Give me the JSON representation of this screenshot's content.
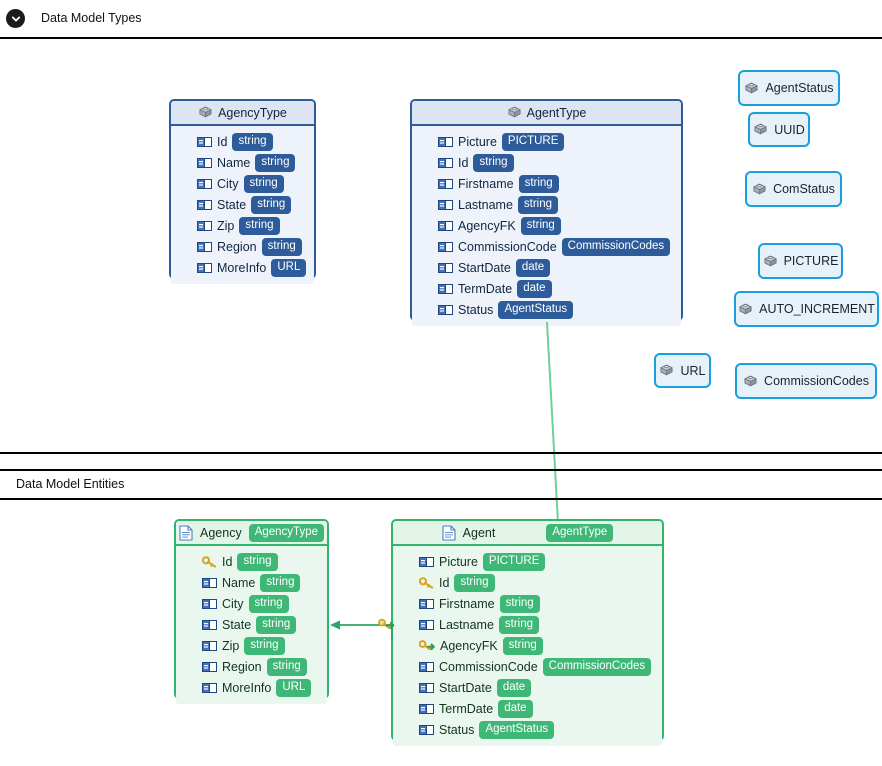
{
  "sections": [
    {
      "id": "types",
      "title": "Data Model Types",
      "collapse_icon": "chevron-down-icon"
    },
    {
      "id": "entities",
      "title": "Data Model Entities",
      "collapse_icon": null
    }
  ],
  "colors": {
    "type_border": "#2e5c9a",
    "type_header_bg": "#dde5f3",
    "type_body_bg": "#eef2fa",
    "type_badge": "#2e5c9a",
    "entity_border": "#33b36b",
    "entity_header_bg": "#e3f4e9",
    "entity_body_bg": "#eaf7ee",
    "entity_badge": "#3fb877",
    "chip_border": "#19a0dc",
    "chip_bg": "#e7f1f9",
    "connector": "#2aa86a",
    "rule": "#000000"
  },
  "types": {
    "agency_type": {
      "name": "AgencyType",
      "icon": "type-cube-icon",
      "fields": [
        {
          "name": "Id",
          "type": "string",
          "icon": "attribute-icon"
        },
        {
          "name": "Name",
          "type": "string",
          "icon": "attribute-icon"
        },
        {
          "name": "City",
          "type": "string",
          "icon": "attribute-icon"
        },
        {
          "name": "State",
          "type": "string",
          "icon": "attribute-icon"
        },
        {
          "name": "Zip",
          "type": "string",
          "icon": "attribute-icon"
        },
        {
          "name": "Region",
          "type": "string",
          "icon": "attribute-icon"
        },
        {
          "name": "MoreInfo",
          "type": "URL",
          "icon": "attribute-icon"
        }
      ]
    },
    "agent_type": {
      "name": "AgentType",
      "icon": "type-cube-icon",
      "fields": [
        {
          "name": "Picture",
          "type": "PICTURE",
          "icon": "attribute-icon"
        },
        {
          "name": "Id",
          "type": "string",
          "icon": "attribute-icon"
        },
        {
          "name": "Firstname",
          "type": "string",
          "icon": "attribute-icon"
        },
        {
          "name": "Lastname",
          "type": "string",
          "icon": "attribute-icon"
        },
        {
          "name": "AgencyFK",
          "type": "string",
          "icon": "attribute-icon"
        },
        {
          "name": "CommissionCode",
          "type": "CommissionCodes",
          "icon": "attribute-icon"
        },
        {
          "name": "StartDate",
          "type": "date",
          "icon": "attribute-icon"
        },
        {
          "name": "TermDate",
          "type": "date",
          "icon": "attribute-icon"
        },
        {
          "name": "Status",
          "type": "AgentStatus",
          "icon": "attribute-icon"
        }
      ]
    }
  },
  "simple_types": [
    {
      "id": "agent-status",
      "label": "AgentStatus",
      "icon": "type-cube-icon"
    },
    {
      "id": "uuid",
      "label": "UUID",
      "icon": "type-cube-icon"
    },
    {
      "id": "com-status",
      "label": "ComStatus",
      "icon": "type-cube-icon"
    },
    {
      "id": "picture",
      "label": "PICTURE",
      "icon": "type-cube-icon"
    },
    {
      "id": "auto-increment",
      "label": "AUTO_INCREMENT",
      "icon": "type-cube-icon"
    },
    {
      "id": "url",
      "label": "URL",
      "icon": "type-cube-icon"
    },
    {
      "id": "commission-codes",
      "label": "CommissionCodes",
      "icon": "type-cube-icon"
    }
  ],
  "entities": {
    "agency": {
      "name": "Agency",
      "icon": "document-icon",
      "type_badge": "AgencyType",
      "fields": [
        {
          "name": "Id",
          "type": "string",
          "icon": "primary-key-icon"
        },
        {
          "name": "Name",
          "type": "string",
          "icon": "attribute-icon"
        },
        {
          "name": "City",
          "type": "string",
          "icon": "attribute-icon"
        },
        {
          "name": "State",
          "type": "string",
          "icon": "attribute-icon"
        },
        {
          "name": "Zip",
          "type": "string",
          "icon": "attribute-icon"
        },
        {
          "name": "Region",
          "type": "string",
          "icon": "attribute-icon"
        },
        {
          "name": "MoreInfo",
          "type": "URL",
          "icon": "attribute-icon"
        }
      ]
    },
    "agent": {
      "name": "Agent",
      "icon": "document-icon",
      "type_badge": "AgentType",
      "fields": [
        {
          "name": "Picture",
          "type": "PICTURE",
          "icon": "attribute-icon"
        },
        {
          "name": "Id",
          "type": "string",
          "icon": "primary-key-icon"
        },
        {
          "name": "Firstname",
          "type": "string",
          "icon": "attribute-icon"
        },
        {
          "name": "Lastname",
          "type": "string",
          "icon": "attribute-icon"
        },
        {
          "name": "AgencyFK",
          "type": "string",
          "icon": "foreign-key-icon"
        },
        {
          "name": "CommissionCode",
          "type": "CommissionCodes",
          "icon": "attribute-icon"
        },
        {
          "name": "StartDate",
          "type": "date",
          "icon": "attribute-icon"
        },
        {
          "name": "TermDate",
          "type": "date",
          "icon": "attribute-icon"
        },
        {
          "name": "Status",
          "type": "AgentStatus",
          "icon": "attribute-icon"
        }
      ]
    }
  },
  "connectors": [
    {
      "id": "agenttype-to-agent",
      "from": "AgentType",
      "to": "Agent",
      "style": "line",
      "color": "#6ecf9b"
    },
    {
      "id": "agent-to-agency-fk",
      "from": "Agent",
      "to": "Agency",
      "style": "arrow",
      "color": "#2aa86a"
    }
  ]
}
